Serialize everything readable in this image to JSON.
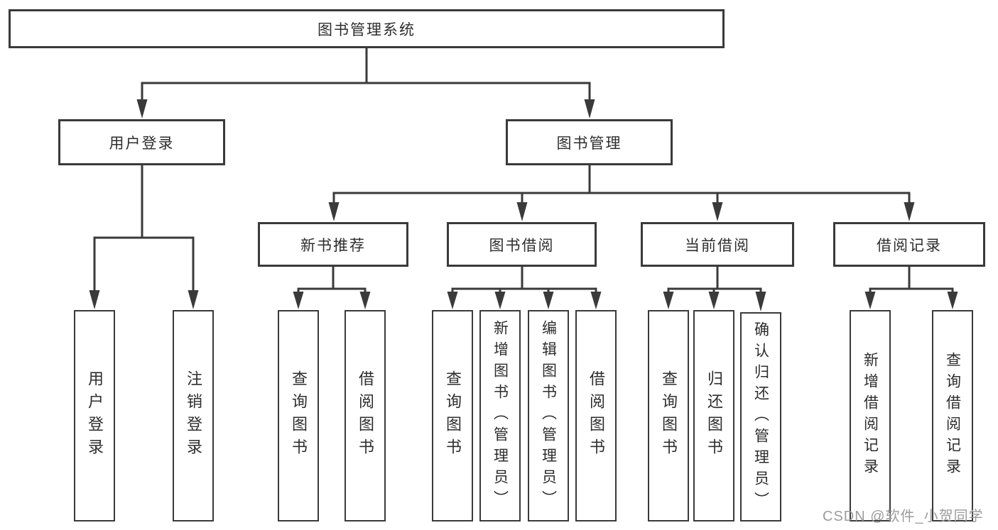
{
  "diagram": {
    "root": {
      "label": "图书管理系统"
    },
    "branches": [
      {
        "label": "用户登录",
        "children": [
          "用户登录",
          "注销登录"
        ]
      },
      {
        "label": "图书管理",
        "groups": [
          {
            "label": "新书推荐",
            "children": [
              "查询图书",
              "借阅图书"
            ]
          },
          {
            "label": "图书借阅",
            "children": [
              "查询图书",
              "新增图书（管理员）",
              "编辑图书（管理员）",
              "借阅图书"
            ]
          },
          {
            "label": "当前借阅",
            "children": [
              "查询图书",
              "归还图书",
              "确认归还（管理员）"
            ]
          },
          {
            "label": "借阅记录",
            "children": [
              "新增借阅记录",
              "查询借阅记录"
            ]
          }
        ]
      }
    ],
    "watermark": "CSDN @软件_小贺同学",
    "colors": {
      "line": "#3a3a3a",
      "text": "#2d2d2d",
      "watermark": "#9c9c9c",
      "background": "#ffffff"
    }
  }
}
